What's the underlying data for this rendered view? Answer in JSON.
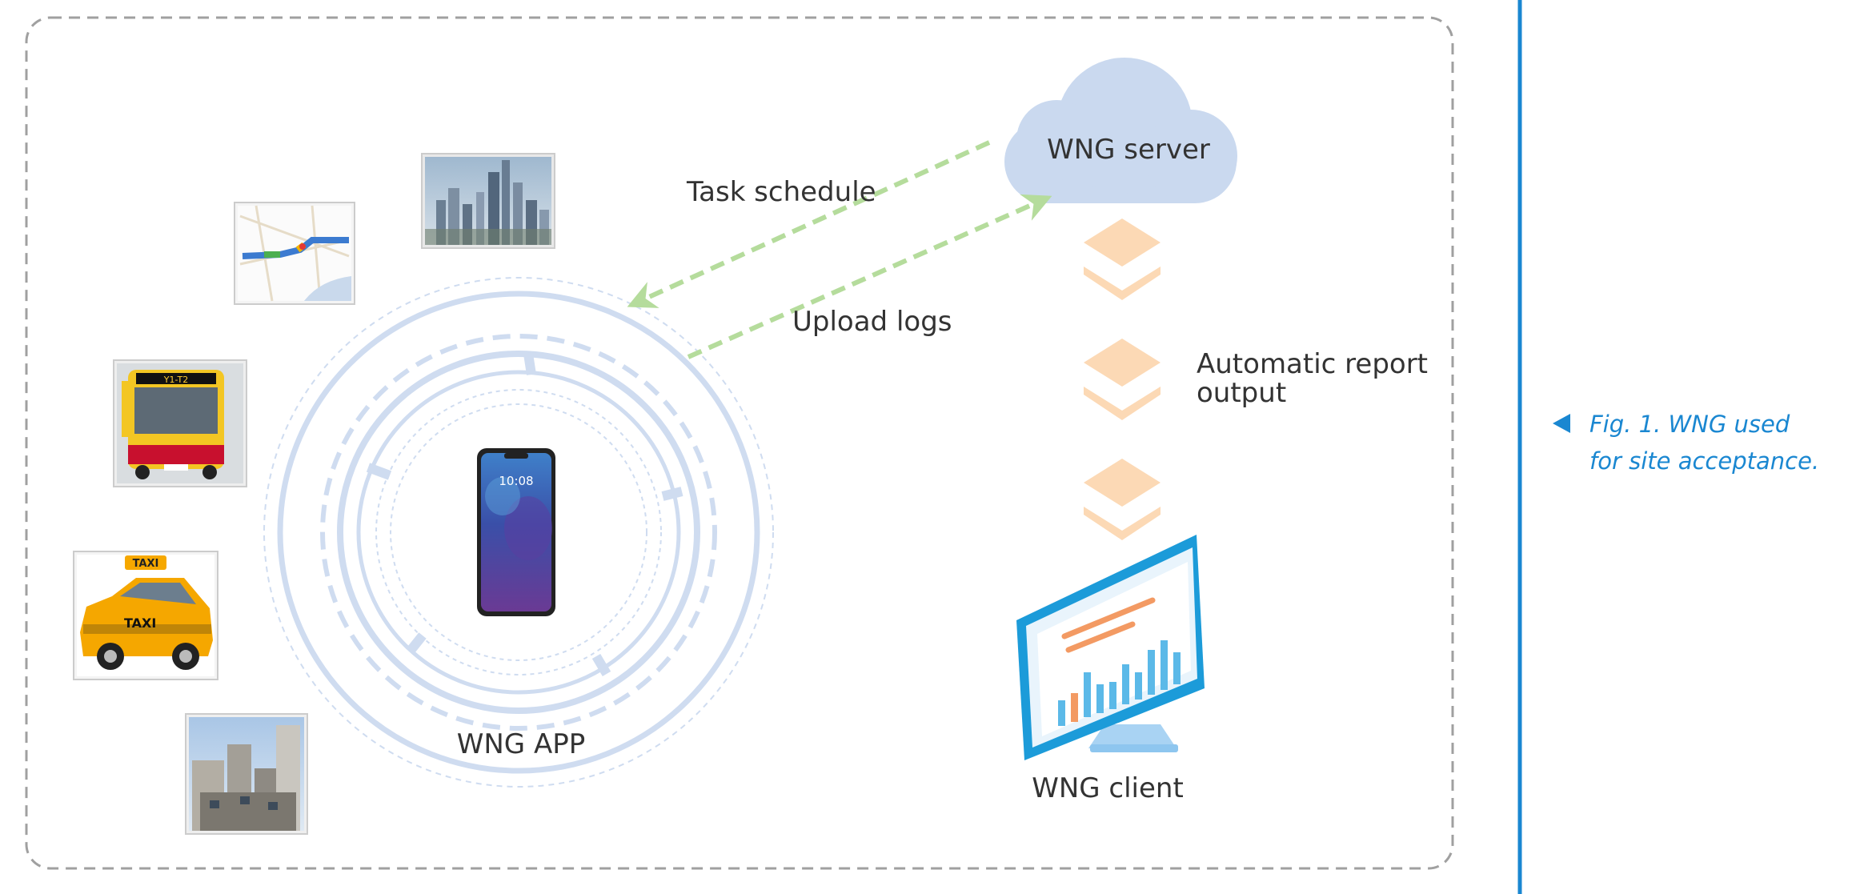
{
  "diagram": {
    "server_label": "WNG server",
    "app_label": "WNG APP",
    "client_label": "WNG client",
    "arrow_task": "Task schedule",
    "arrow_upload": "Upload logs",
    "report_line1": "Automatic report",
    "report_line2": "output"
  },
  "phone": {
    "time": "10:08"
  },
  "icons": {
    "bus_sign": "Y1-T2",
    "taxi_sign": "TAXI",
    "taxi_door": "TAXI"
  },
  "caption": {
    "line1": "Fig. 1. WNG used",
    "line2": "for site acceptance."
  },
  "colors": {
    "ring": "#cfdcf0",
    "arrow": "#b5dc9c",
    "chevron": "#fcd9b5",
    "cloud": "#cad9ef",
    "accent_blue": "#1a87d1",
    "border": "#9e9e9e"
  }
}
